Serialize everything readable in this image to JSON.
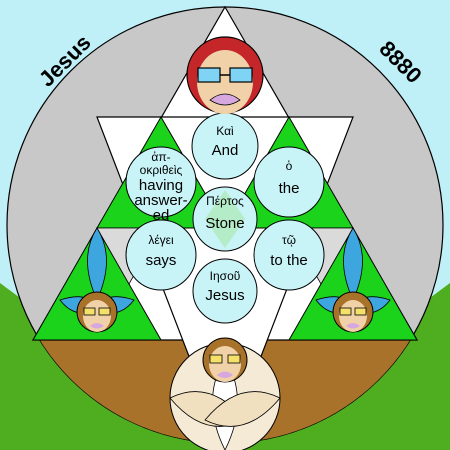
{
  "title_word": "Jesus",
  "gematria_value": "8880",
  "colors": {
    "sky": "#bfeff7",
    "ground": "#4fae1f",
    "disc": "#c8c8c8",
    "green_triangle": "#1bd31b",
    "word_circle": "#c8f3f7",
    "brown": "#a9722a",
    "blue_leaf": "#3ea6df",
    "lavender": "#c8a7e6"
  },
  "words": [
    {
      "greek": "Καὶ",
      "english": "And"
    },
    {
      "greek": "ἀπ-",
      "greek2": "οκριθεὶς",
      "english": "having",
      "english2": "answer-",
      "english3": "ed"
    },
    {
      "greek": "ὁ",
      "english": "the"
    },
    {
      "greek": "Πέρτος",
      "english": "Stone"
    },
    {
      "greek": "λέγει",
      "english": "says"
    },
    {
      "greek": "τῷ",
      "english": "to the"
    },
    {
      "greek": "Ιησοῦ",
      "english": "Jesus"
    }
  ],
  "icons": {
    "face": "face-icon",
    "leaf": "leaf-pattern-icon"
  }
}
